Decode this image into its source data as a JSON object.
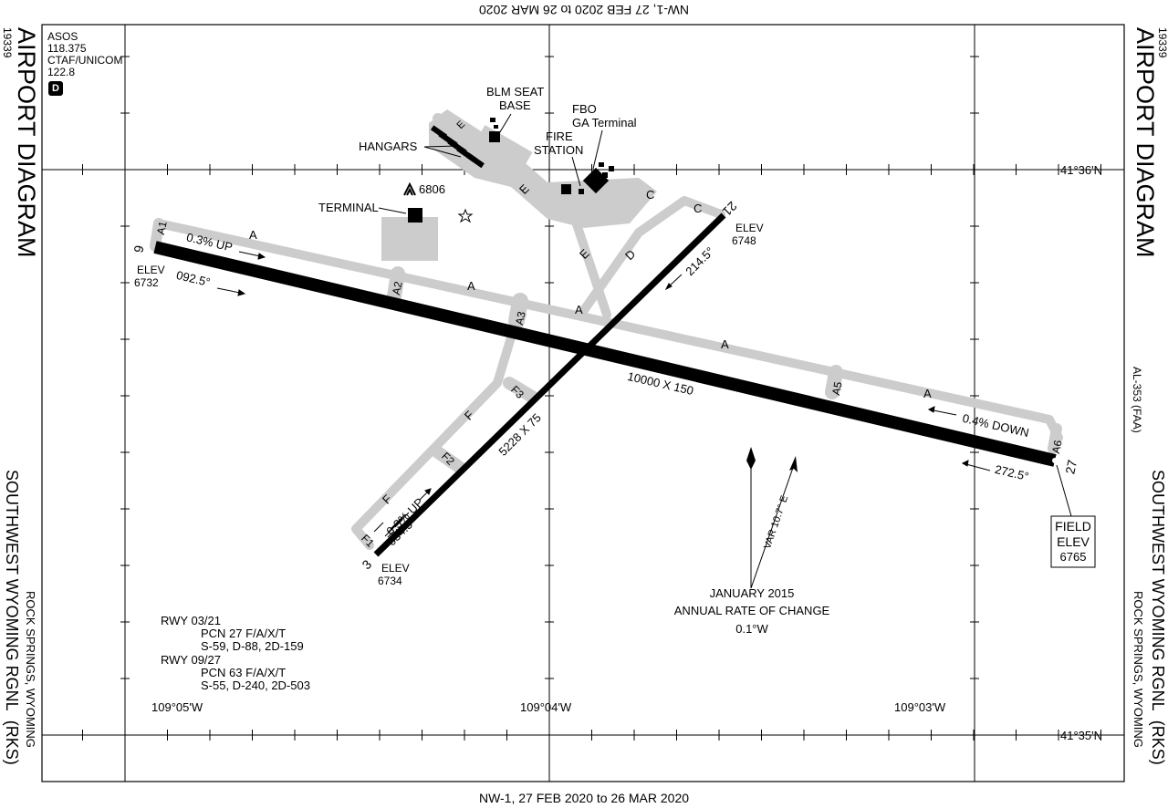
{
  "header": {
    "top_validity": "NW-1,  27 FEB 2020  to  26 MAR 2020",
    "bottom_validity": "NW-1,  27 FEB 2020  to  26 MAR 2020"
  },
  "side": {
    "title": "AIRPORT DIAGRAM",
    "chart_number": "19339",
    "airport_name": "SOUTHWEST WYOMING RGNL",
    "airport_id": "(RKS)",
    "location": "ROCK SPRINGS, WYOMING",
    "al_number": "AL-353 (FAA)"
  },
  "comms": {
    "asos_label": "ASOS",
    "asos_freq": "118.375",
    "ctaf_label": "CTAF/UNICOM",
    "ctaf_freq": "122.8",
    "badge": "D"
  },
  "grid": {
    "lat_north": "41°36'N",
    "lat_south": "41°35'N",
    "lon_west": "109°05'W",
    "lon_mid": "109°04'W",
    "lon_east": "109°03'W"
  },
  "labels": {
    "hangars": "HANGARS",
    "blm_seat_base_1": "BLM SEAT",
    "blm_seat_base_2": "BASE",
    "fbo_1": "FBO",
    "fbo_2": "GA Terminal",
    "fire_1": "FIRE",
    "fire_2": "STATION",
    "terminal": "TERMINAL",
    "obstacle_elev": "6806"
  },
  "runways": {
    "rwy09_num": "9",
    "rwy27_num": "27",
    "rwy03_num": "3",
    "rwy21_num": "21",
    "rwy09_elev_label": "ELEV",
    "rwy09_elev": "6732",
    "rwy21_elev_label": "ELEV",
    "rwy21_elev": "6748",
    "rwy03_elev_label": "ELEV",
    "rwy03_elev": "6734",
    "rwy09_heading": "092.5°",
    "rwy27_heading": "272.5°",
    "rwy03_heading": "034.5",
    "rwy21_heading": "214.5°",
    "rwy09_slope": "0.3% UP",
    "rwy27_slope": "0.4% DOWN",
    "rwy03_slope": "0.3% UP",
    "rwy0927_dims": "10000 X 150",
    "rwy0321_dims": "5228 X 75"
  },
  "taxiways": {
    "A": "A",
    "A1": "A1",
    "A2": "A2",
    "A3": "A3",
    "A5": "A5",
    "A6": "A6",
    "C": "C",
    "D": "D",
    "E": "E",
    "F": "F",
    "F1": "F1",
    "F2": "F2",
    "F3": "F3"
  },
  "field_elev": {
    "line1": "FIELD",
    "line2": "ELEV",
    "value": "6765"
  },
  "magvar": {
    "var_label": "VAR 10.7° E",
    "line1": "JANUARY 2015",
    "line2": "ANNUAL RATE OF CHANGE",
    "line3": "0.1°W"
  },
  "pcn": {
    "rwy1": "RWY 03/21",
    "rwy1_pcn": "PCN 27 F/A/X/T",
    "rwy1_weights": "S-59, D-88, 2D-159",
    "rwy2": "RWY 09/27",
    "rwy2_pcn": "PCN 63 F/A/X/T",
    "rwy2_weights": "S-55, D-240, 2D-503"
  },
  "colors": {
    "runway": "#000000",
    "taxiway": "#cccccc",
    "apron": "#cccccc",
    "building": "#000000",
    "grid": "#000000"
  }
}
